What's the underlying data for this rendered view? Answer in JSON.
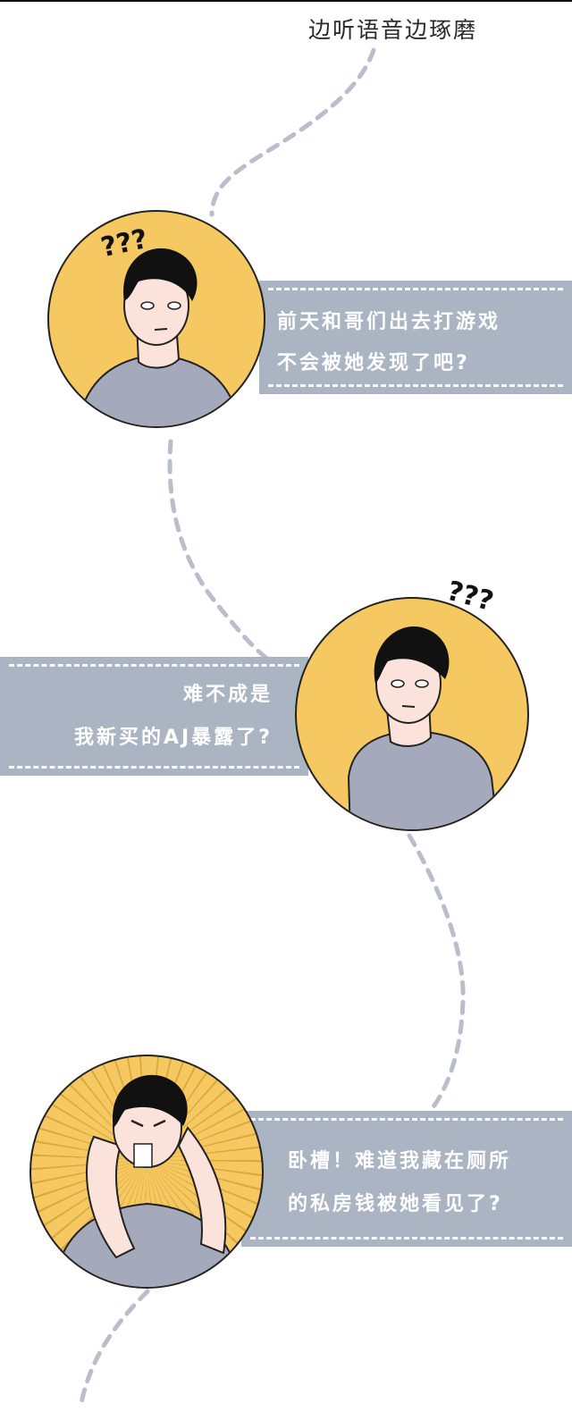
{
  "header": {
    "title": "边听语音边琢磨"
  },
  "colors": {
    "banner": "#aab4c2",
    "circle_yellow": "#f5c862",
    "shirt": "#a4a9bc",
    "skin": "#fbe3dc",
    "hair": "#111111",
    "dashed_path": "#b8bfca"
  },
  "panels": [
    {
      "character": "confused-man",
      "thought_marks": "???",
      "lines": [
        "前天和哥们出去打游戏",
        "不会被她发现了吧?"
      ]
    },
    {
      "character": "confused-man",
      "thought_marks": "???",
      "lines": [
        "难不成是",
        "我新买的AJ暴露了?"
      ]
    },
    {
      "character": "shocked-man",
      "lines": [
        "卧槽！难道我藏在厕所",
        "的私房钱被她看见了?"
      ]
    }
  ]
}
